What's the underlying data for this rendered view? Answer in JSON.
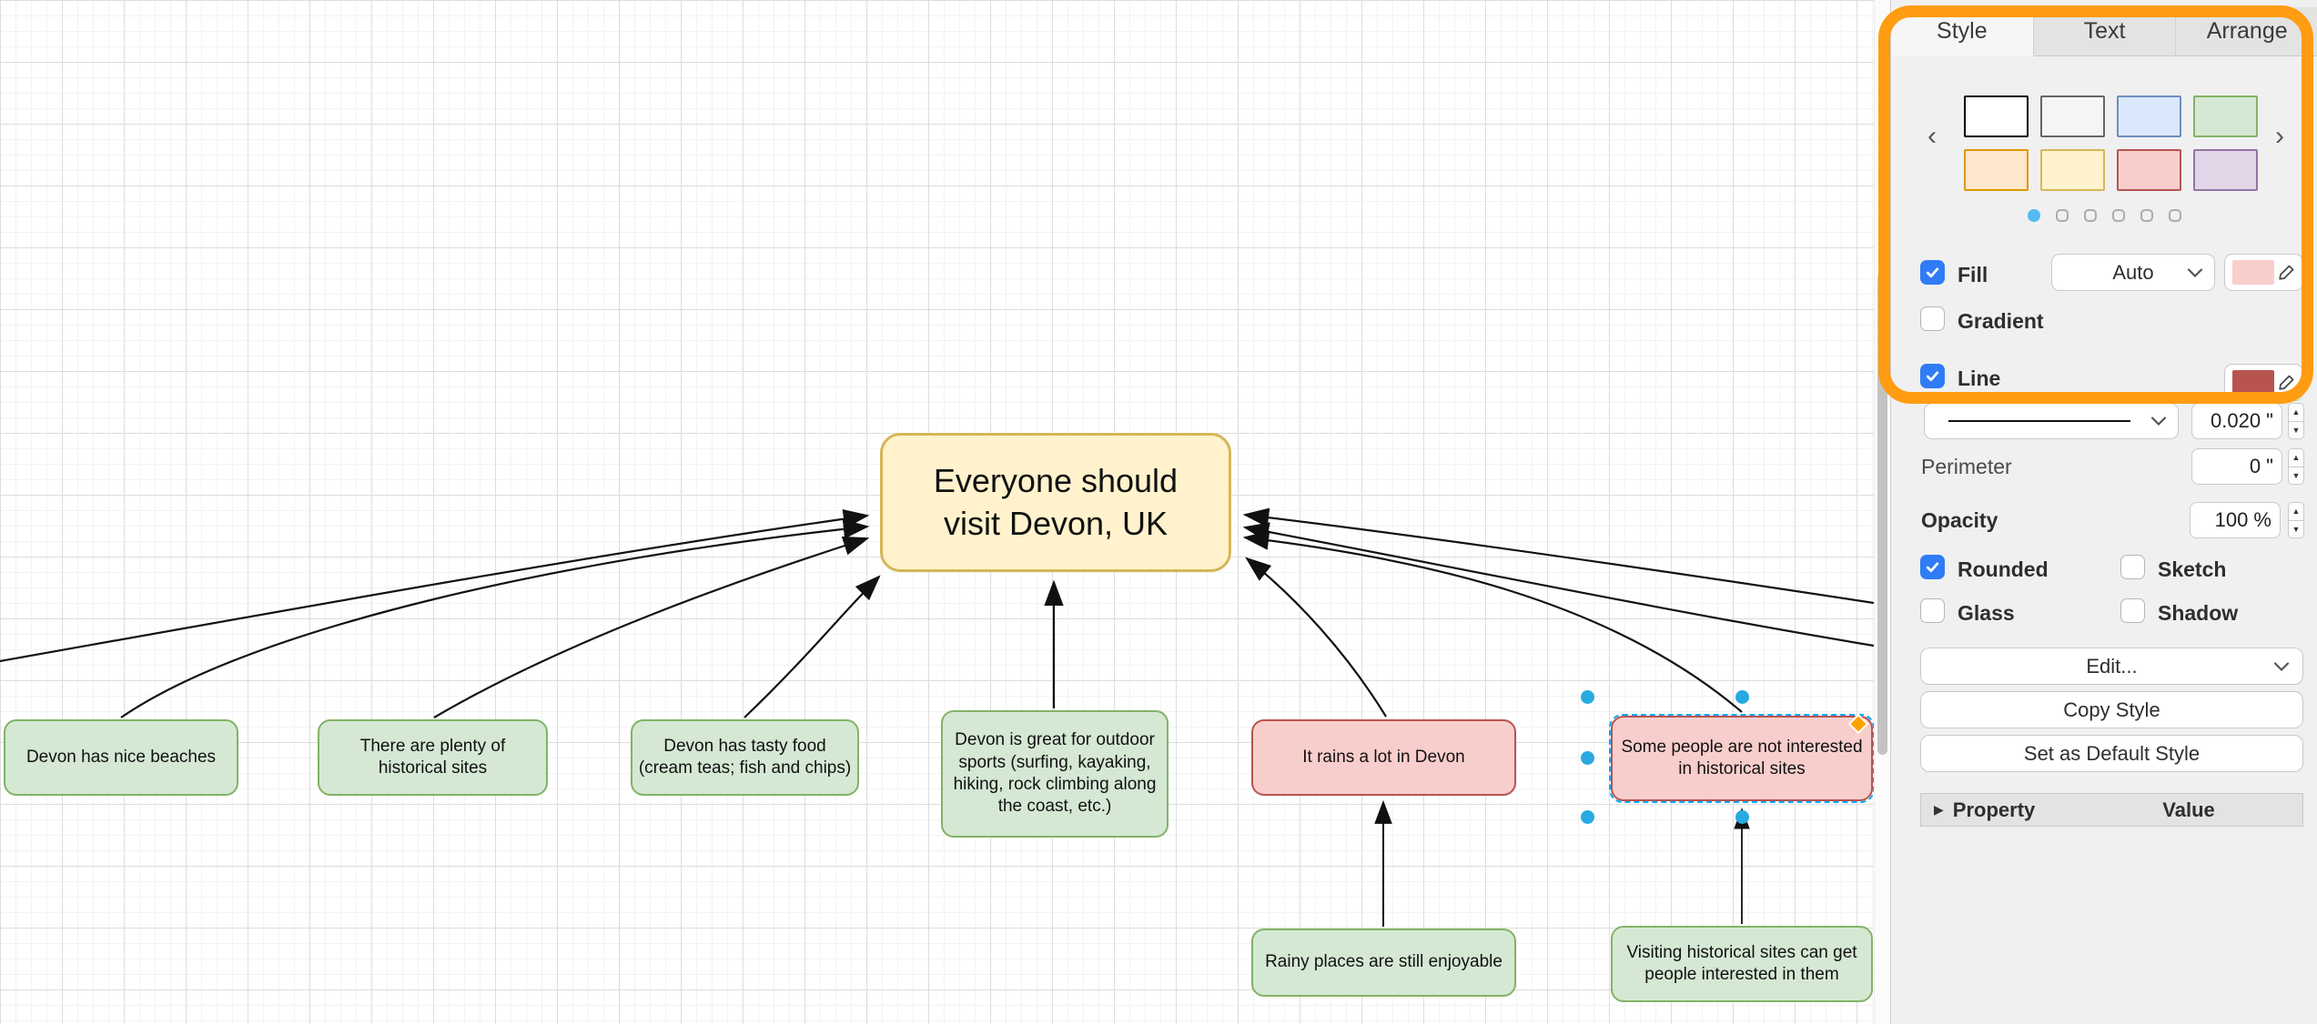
{
  "canvas": {
    "nodes": [
      {
        "id": "claim",
        "text": "Everyone should\nvisit Devon, UK",
        "fill": "#FFF2CC",
        "border": "#D6B656",
        "selected": false
      },
      {
        "id": "g1",
        "text": "Devon has nice beaches",
        "fill": "#D5E8D4",
        "border": "#82B366",
        "selected": false
      },
      {
        "id": "g2",
        "text": "There are plenty of\nhistorical sites",
        "fill": "#D5E8D4",
        "border": "#82B366",
        "selected": false
      },
      {
        "id": "g3",
        "text": "Devon has tasty food\n(cream teas; fish and chips)",
        "fill": "#D5E8D4",
        "border": "#82B366",
        "selected": false
      },
      {
        "id": "g4",
        "text": "Devon is great for outdoor\nsports (surfing, kayaking,\nhiking, rock climbing along\nthe coast, etc.)",
        "fill": "#D5E8D4",
        "border": "#82B366",
        "selected": false
      },
      {
        "id": "r1",
        "text": "It rains a lot in Devon",
        "fill": "#F8CECC",
        "border": "#B85450",
        "selected": false
      },
      {
        "id": "r2",
        "text": "Some people are not interested\nin historical sites",
        "fill": "#F8CECC",
        "border": "#B85450",
        "selected": true
      },
      {
        "id": "g5",
        "text": "Rainy places are still enjoyable",
        "fill": "#D5E8D4",
        "border": "#82B366",
        "selected": false
      },
      {
        "id": "g6",
        "text": "Visiting historical sites can get\npeople interested in them",
        "fill": "#D5E8D4",
        "border": "#82B366",
        "selected": false
      }
    ],
    "selection": {
      "handle_color": "#29a9e1",
      "outline_color": "#00a8ff",
      "rotate_handle_color": "#ffa200"
    }
  },
  "panel": {
    "tabs": [
      {
        "label": "Style"
      },
      {
        "label": "Text"
      },
      {
        "label": "Arrange"
      }
    ],
    "palette": {
      "prev": "‹",
      "next": "›",
      "swatches": [
        {
          "fill": "#FFFFFF",
          "border": "#000000"
        },
        {
          "fill": "#F5F5F5",
          "border": "#666666"
        },
        {
          "fill": "#DAE8FC",
          "border": "#6C8EBF"
        },
        {
          "fill": "#D5E8D4",
          "border": "#82B366"
        },
        {
          "fill": "#FFE6CC",
          "border": "#D79B00"
        },
        {
          "fill": "#FFF2CC",
          "border": "#D6B656"
        },
        {
          "fill": "#F8CECC",
          "border": "#B85450"
        },
        {
          "fill": "#E1D5E7",
          "border": "#9673A6"
        }
      ],
      "pages": 6,
      "active_page": 1
    },
    "fill": {
      "label": "Fill",
      "checked": true,
      "mode": "Auto",
      "color": "#F8CECC"
    },
    "gradient": {
      "label": "Gradient",
      "checked": false
    },
    "line": {
      "label": "Line",
      "checked": true,
      "color": "#B85450",
      "width_value": "0.020 \""
    },
    "perimeter": {
      "label": "Perimeter",
      "value": "0 \""
    },
    "opacity": {
      "label": "Opacity",
      "value": "100 %"
    },
    "toggles": {
      "rounded": {
        "label": "Rounded",
        "checked": true
      },
      "sketch": {
        "label": "Sketch",
        "checked": false
      },
      "glass": {
        "label": "Glass",
        "checked": false
      },
      "shadow": {
        "label": "Shadow",
        "checked": false
      }
    },
    "buttons": {
      "edit": "Edit...",
      "copy_style": "Copy Style",
      "set_default": "Set as Default Style"
    },
    "property_table": {
      "property": "Property",
      "value": "Value",
      "disclosure": "▶"
    },
    "stepper": {
      "up": "▲",
      "down": "▼"
    }
  },
  "annotation": {
    "color": "#ff9c11"
  }
}
